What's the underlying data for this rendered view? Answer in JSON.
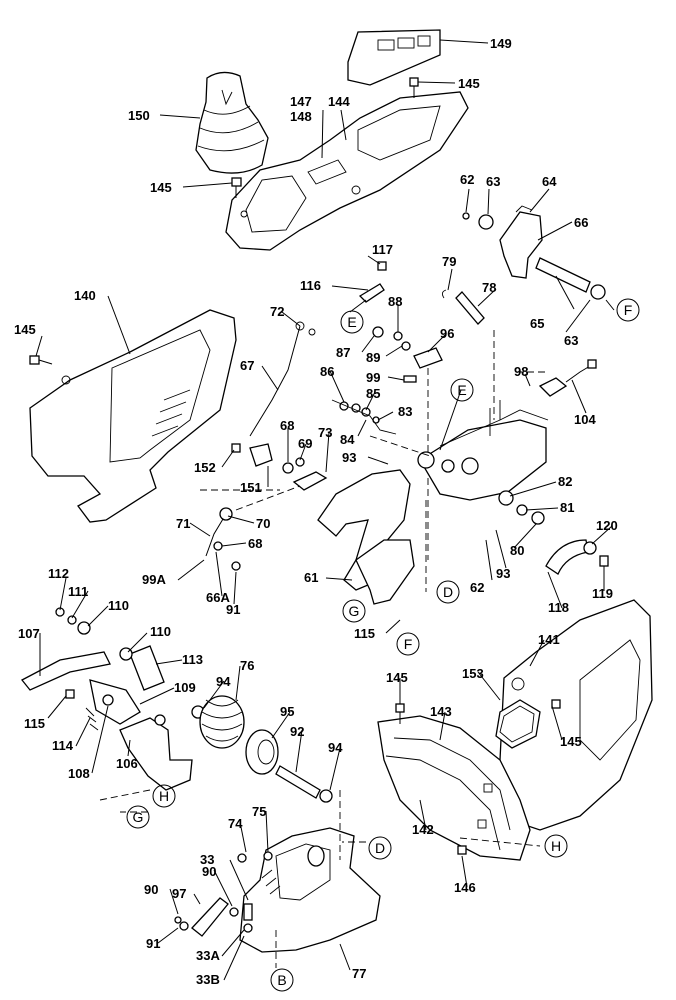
{
  "diagram": {
    "type": "exploded-parts-diagram",
    "callouts": [
      "149",
      "145",
      "150",
      "147",
      "148",
      "144",
      "145",
      "62",
      "63",
      "64",
      "66",
      "79",
      "78",
      "65",
      "63",
      "F",
      "117",
      "116",
      "E",
      "88",
      "87",
      "89",
      "96",
      "99",
      "140",
      "145",
      "72",
      "67",
      "86",
      "85",
      "84",
      "83",
      "98",
      "104",
      "E",
      "68",
      "69",
      "73",
      "93",
      "152",
      "151",
      "82",
      "81",
      "80",
      "120",
      "119",
      "118",
      "70",
      "68",
      "71",
      "99A",
      "66A",
      "91",
      "61",
      "62",
      "93",
      "D",
      "G",
      "115",
      "F",
      "112",
      "111",
      "110",
      "107",
      "110",
      "113",
      "76",
      "94",
      "109",
      "115",
      "114",
      "108",
      "106",
      "95",
      "92",
      "94",
      "H",
      "G",
      "145",
      "153",
      "143",
      "141",
      "145",
      "142",
      "146",
      "H",
      "74",
      "75",
      "D",
      "33",
      "90",
      "97",
      "90",
      "91",
      "33A",
      "33B",
      "B",
      "77"
    ],
    "reference_marks": [
      "F",
      "E",
      "E",
      "D",
      "G",
      "F",
      "H",
      "G",
      "D",
      "H",
      "B"
    ]
  }
}
